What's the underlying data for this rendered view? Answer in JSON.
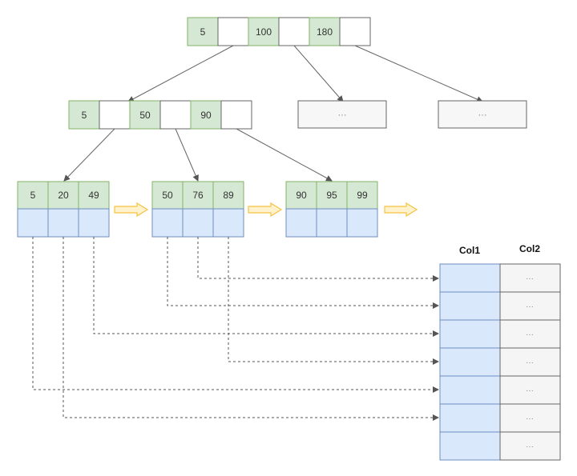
{
  "root": {
    "keys": [
      "5",
      "100",
      "180"
    ]
  },
  "level2": {
    "left": {
      "keys": [
        "5",
        "50",
        "90"
      ]
    },
    "middle": {
      "label": "···"
    },
    "right": {
      "label": "···"
    }
  },
  "leaves": [
    {
      "keys": [
        "5",
        "20",
        "49"
      ]
    },
    {
      "keys": [
        "50",
        "76",
        "89"
      ]
    },
    {
      "keys": [
        "90",
        "95",
        "99"
      ]
    }
  ],
  "table": {
    "headers": [
      "Col1",
      "Col2"
    ],
    "rows": [
      "···",
      "···",
      "···",
      "···",
      "···",
      "···",
      "···"
    ]
  },
  "colors": {
    "key_fill": "#d5e8d4",
    "key_stroke": "#82b366",
    "pointer_fill": "#dae8fc",
    "pointer_stroke": "#6c8ebf",
    "node_stroke": "#666666",
    "leaf_link_arrow": "#f5c342"
  }
}
